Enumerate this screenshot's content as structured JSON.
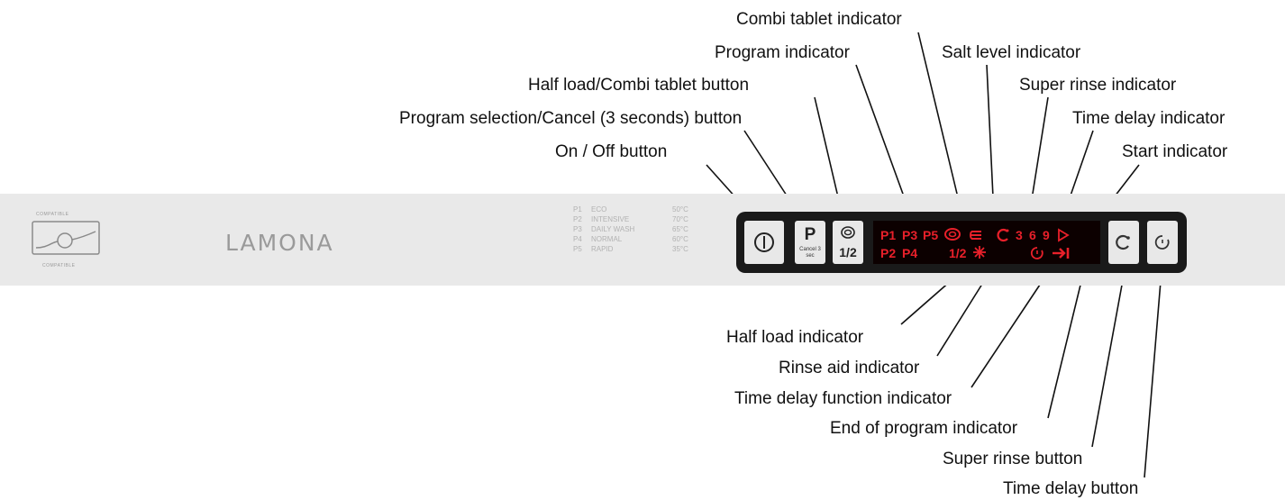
{
  "brand": "LAMONA",
  "logo": {
    "top_text": "COMPATIBLE",
    "bottom_text": "COMPATIBLE"
  },
  "program_table": [
    [
      "P1",
      "ECO",
      "50°C"
    ],
    [
      "P2",
      "INTENSIVE",
      "70°C"
    ],
    [
      "P3",
      "DAILY WASH",
      "65°C"
    ],
    [
      "P4",
      "NORMAL",
      "60°C"
    ],
    [
      "P5",
      "RAPID",
      "35°C"
    ]
  ],
  "buttons": {
    "program_letter": "P",
    "program_sub": "Cancel 3 sec",
    "half_load": "1/2"
  },
  "display": {
    "top_programs": [
      "P1",
      "P3",
      "P5"
    ],
    "bottom_programs": [
      "P2",
      "P4"
    ],
    "half": "1/2",
    "delays": [
      "3",
      "6",
      "9"
    ]
  },
  "labels": {
    "combi_tablet_indicator": "Combi tablet indicator",
    "program_indicator": "Program indicator",
    "salt_level_indicator": "Salt level indicator",
    "half_load_combi_button": "Half load/Combi tablet button",
    "super_rinse_indicator": "Super rinse indicator",
    "program_selection_button": "Program selection/Cancel (3 seconds) button",
    "time_delay_indicator": "Time delay indicator",
    "on_off_button": "On / Off button",
    "start_indicator": "Start indicator",
    "half_load_indicator": "Half load indicator",
    "rinse_aid_indicator": "Rinse aid indicator",
    "time_delay_function_indicator": "Time delay function indicator",
    "end_of_program_indicator": "End of program indicator",
    "super_rinse_button": "Super rinse button",
    "time_delay_button": "Time delay button"
  }
}
